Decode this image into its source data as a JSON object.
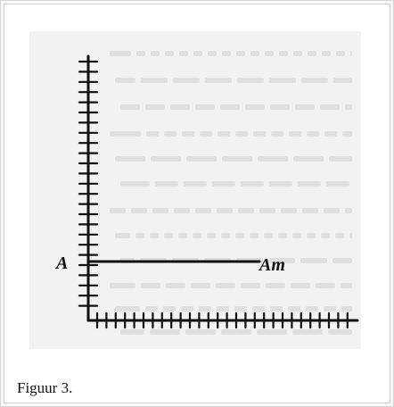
{
  "figure": {
    "label_a": "A",
    "label_am": "Am",
    "caption": "Figuur 3."
  },
  "colors": {
    "ink": "#111111",
    "paper": "#f2f2f2",
    "bleed_text": "#c9c9c9"
  }
}
